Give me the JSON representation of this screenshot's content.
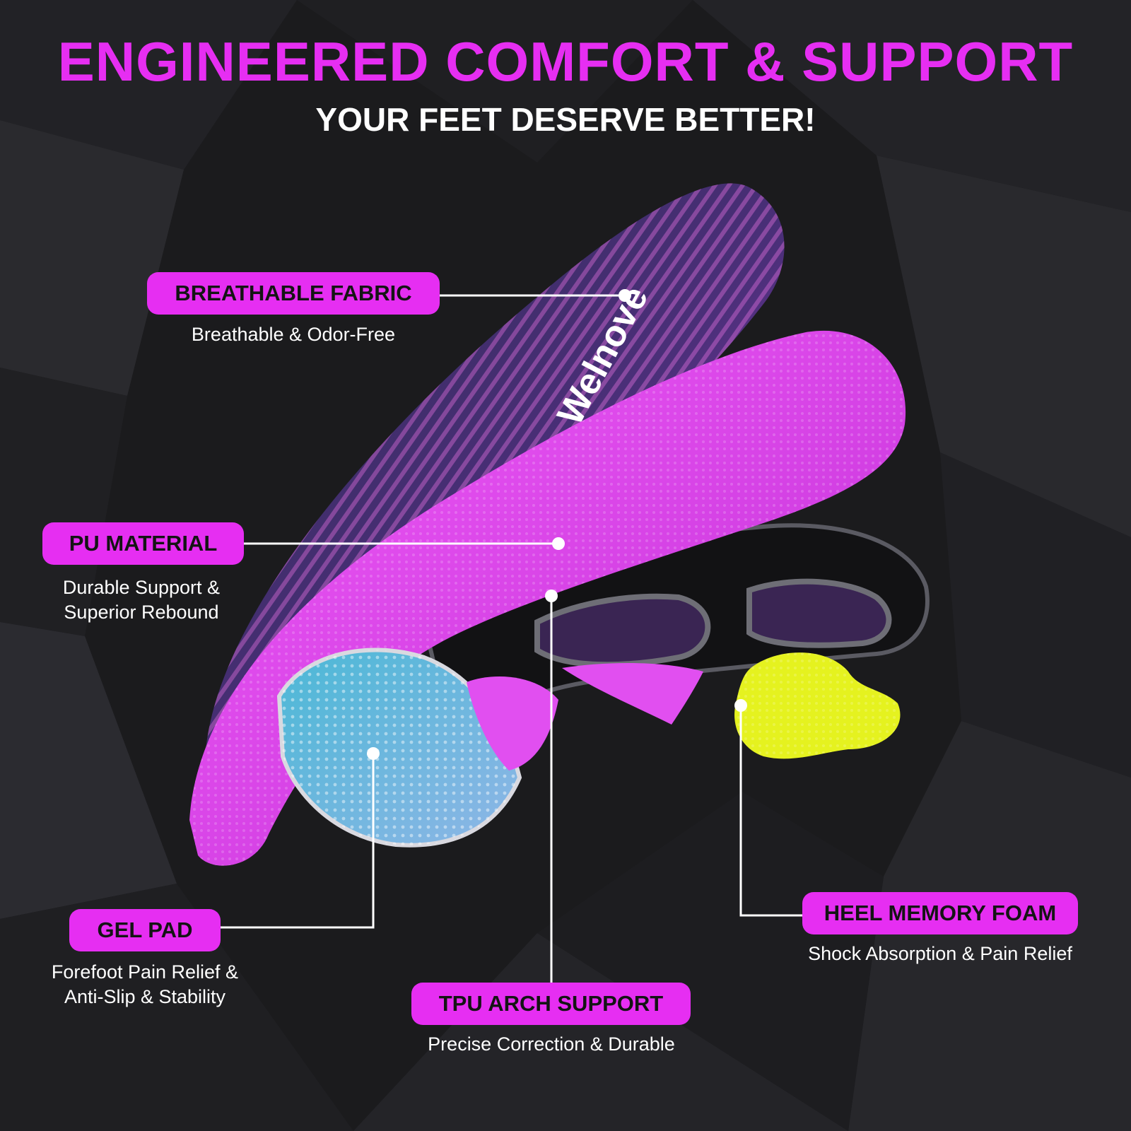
{
  "header": {
    "title": "ENGINEERED COMFORT & SUPPORT",
    "subtitle": "YOUR FEET DESERVE BETTER!"
  },
  "brand": {
    "logo_text": "Welnove"
  },
  "features": [
    {
      "name": "BREATHABLE FABRIC",
      "lines": [
        "Breathable & Odor-Free"
      ]
    },
    {
      "name": "PU MATERIAL",
      "lines": [
        "Durable Support &",
        "Superior Rebound"
      ]
    },
    {
      "name": "GEL PAD",
      "lines": [
        "Forefoot Pain Relief &",
        "Anti-Slip & Stability"
      ]
    },
    {
      "name": "TPU ARCH SUPPORT",
      "lines": [
        "Precise Correction & Durable"
      ]
    },
    {
      "name": "HEEL MEMORY FOAM",
      "lines": [
        "Shock Absorption & Pain Relief"
      ]
    }
  ],
  "colors": {
    "accent": "#e62ef2",
    "background": "#1b1b1d",
    "heel_foam": "#e5f21f",
    "gel": "#5cc6de",
    "fabric_top": "#2e2a55",
    "fabric_bottom": "#b23bd8"
  }
}
